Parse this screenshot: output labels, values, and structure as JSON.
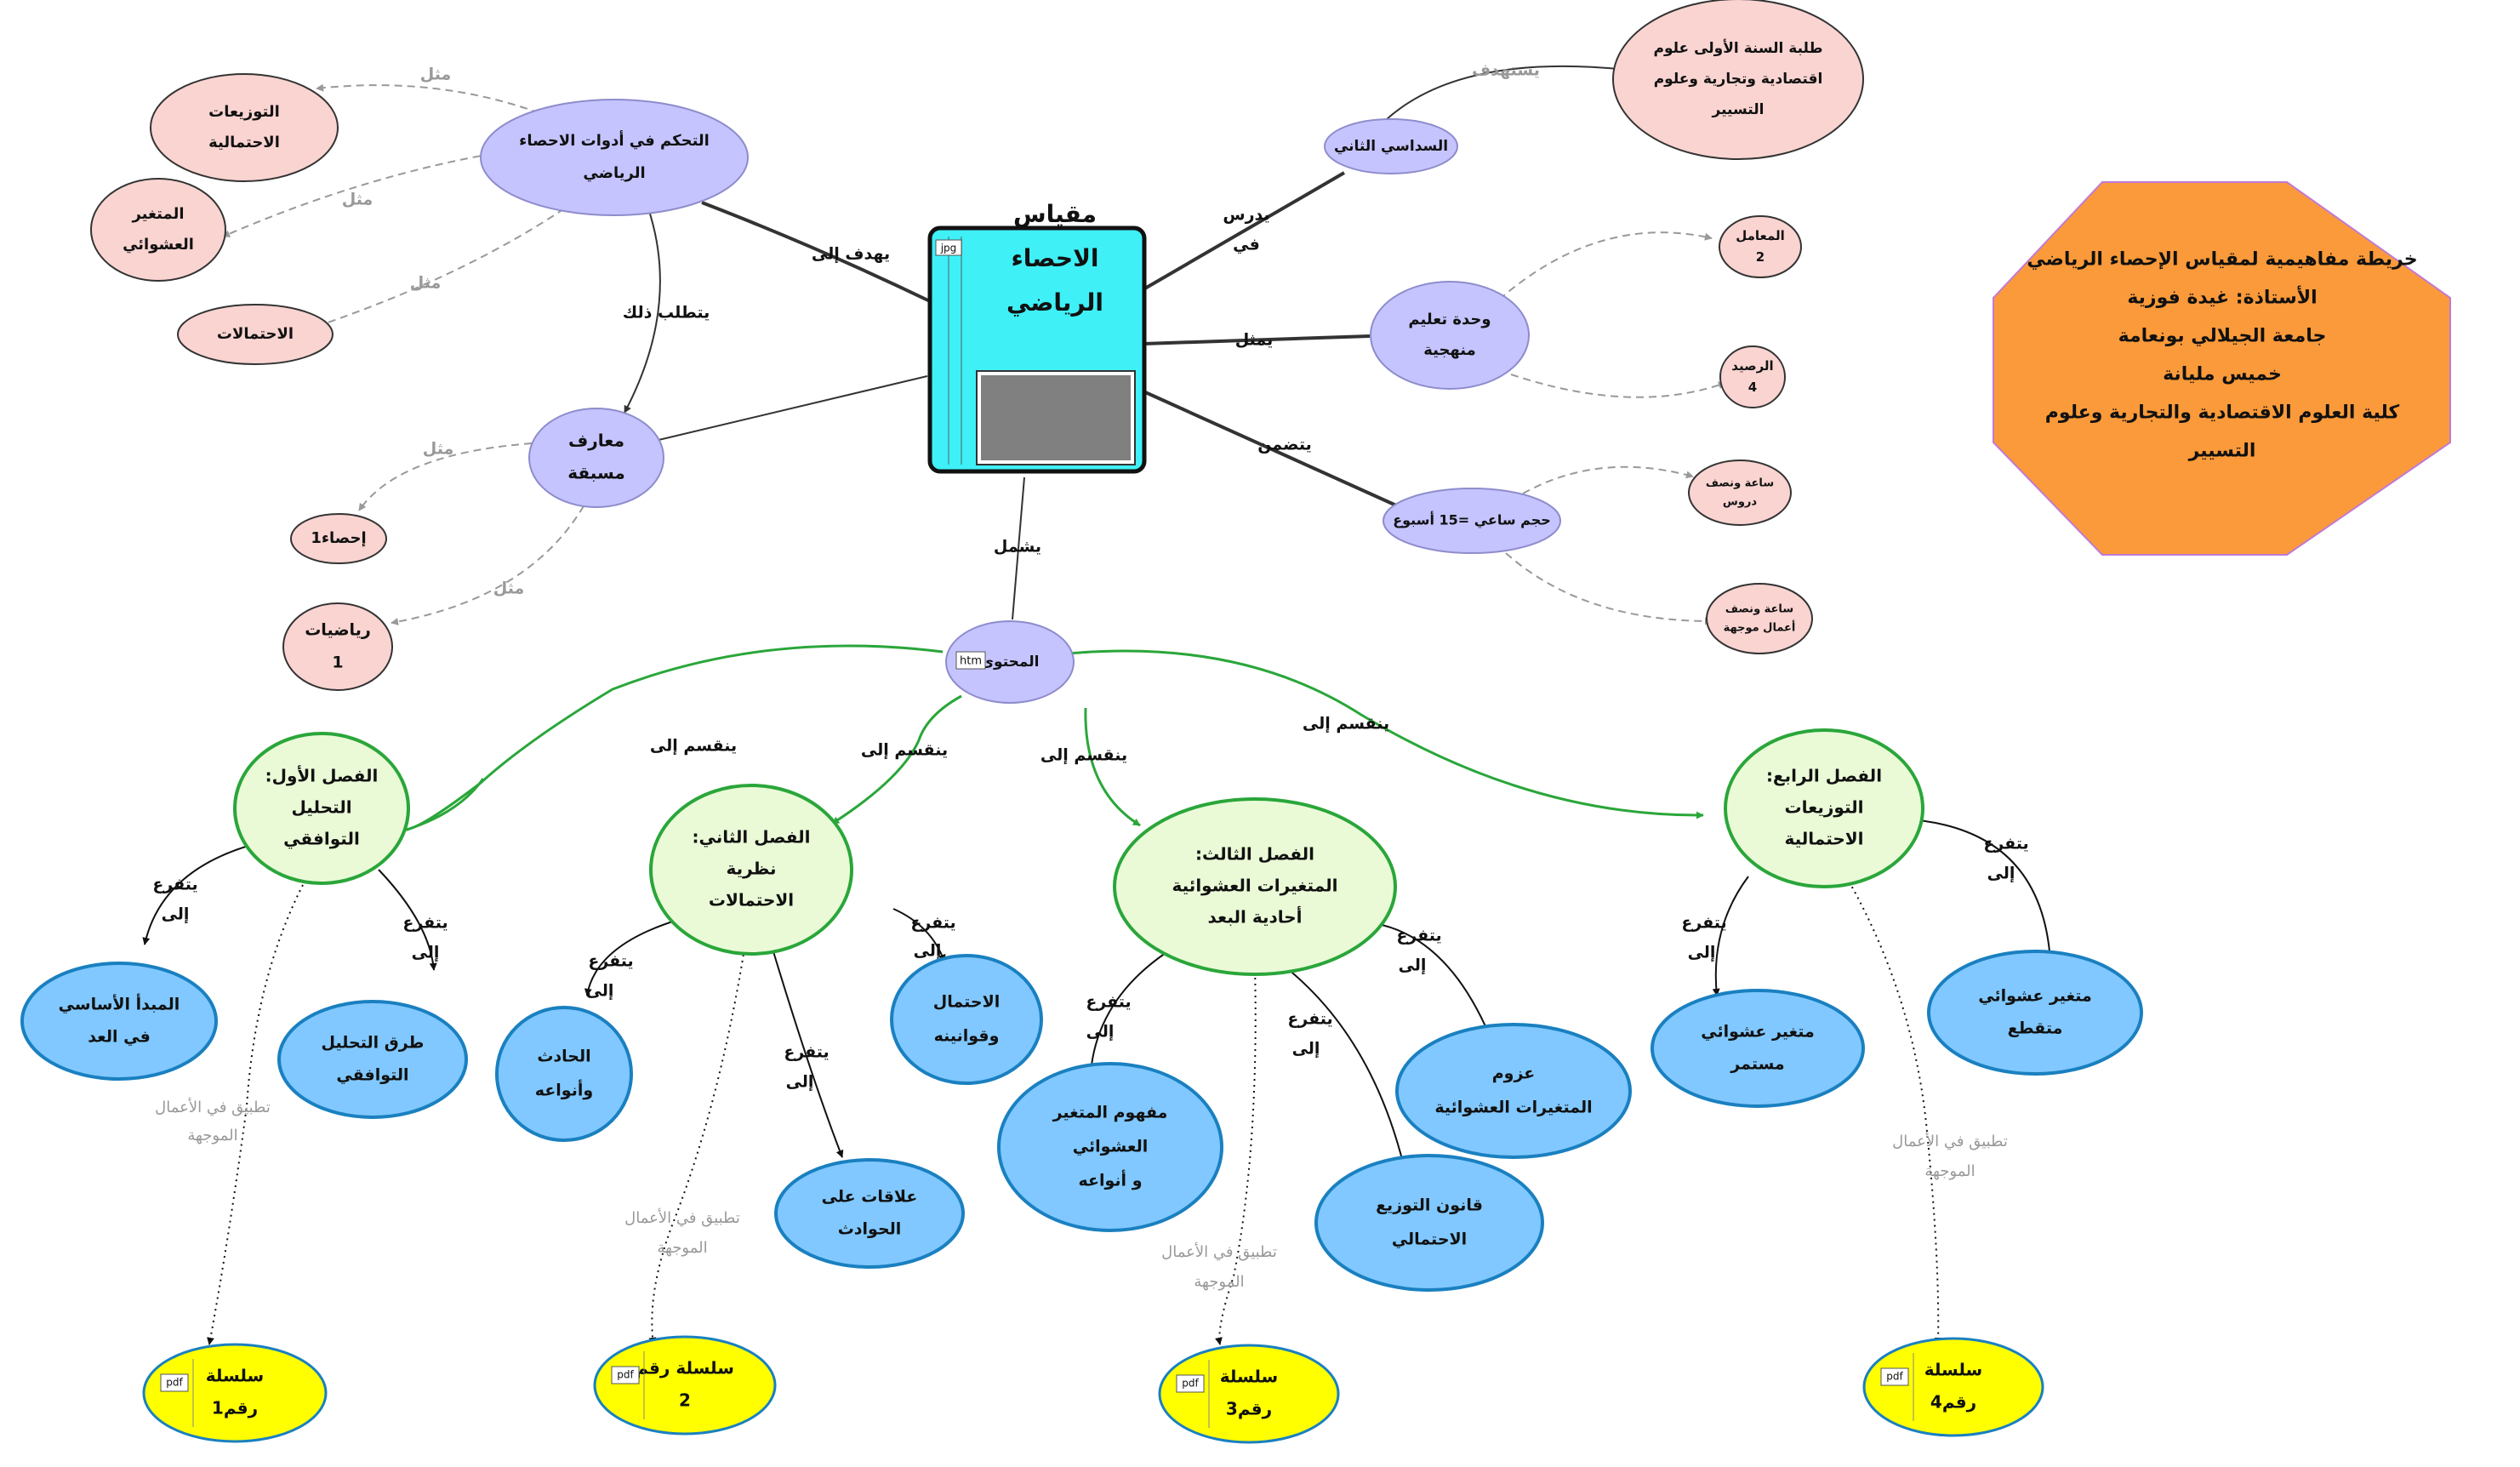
{
  "central": {
    "label_lines": [
      "مقياس",
      "الاحصاء",
      "الرياضي"
    ],
    "file_badge": "jpg"
  },
  "info_box": {
    "lines": [
      "خريطة مفاهيمية لمقياس الإحصاء الرياضي",
      "الأستاذة: غيدة فوزية",
      "جامعة الجيلالي بونعامة",
      "خميس مليانة",
      "كلية العلوم الاقتصادية والتجارية وعلوم",
      "التسيير"
    ]
  },
  "concepts": {
    "tahakkum": [
      "التحكم في أدوات الاحصاء",
      "الرياضي"
    ],
    "tawziaat": [
      "التوزيعات",
      "الاحتمالية"
    ],
    "mutaghayyir": [
      "المتغير",
      "العشوائي"
    ],
    "ihtimalat": [
      "الاحتمالات"
    ],
    "maaref": [
      "معارف",
      "مسبقة"
    ],
    "ihsaa1": [
      "إحصاء1"
    ],
    "riyadiyat": [
      "رياضيات",
      "1"
    ],
    "sudasi": [
      "السداسي الثاني"
    ],
    "talaba": [
      "طلبة السنة الأولى علوم",
      "اقتصادية وتجارية وعلوم",
      "التسيير"
    ],
    "wahda": [
      "وحدة تعليم",
      "منهجية"
    ],
    "muamil": [
      "المعامل",
      "2"
    ],
    "rasid": [
      "الرصيد",
      "4"
    ],
    "hajm": [
      "حجم ساعي =15 أسبوع"
    ],
    "saa_durus": [
      "ساعة ونصف",
      "دروس"
    ],
    "saa_aamal": [
      "ساعة ونصف",
      "أعمال موجهة"
    ],
    "muhtawa": [
      "المحتوى"
    ],
    "fasl1": [
      "الفصل الأول:",
      "التحليل",
      "التوافقي"
    ],
    "fasl2": [
      "الفصل الثاني:",
      "نظرية",
      "الاحتمالات"
    ],
    "fasl3": [
      "الفصل الثالث:",
      "المتغيرات  العشوائية",
      "أحادية البعد"
    ],
    "fasl4": [
      "الفصل الرابع:",
      "التوزيعات",
      "الاحتمالية"
    ],
    "mabda": [
      "المبدأ الأساسي",
      "في العد"
    ],
    "turuq": [
      "طرق التحليل",
      "التوافقي"
    ],
    "hadith": [
      "الحادث",
      "وأنواعه"
    ],
    "ihtimal_q": [
      "الاحتمال",
      "وقوانينه"
    ],
    "alaqat": [
      "علاقات على",
      "الحوادث"
    ],
    "mafhum": [
      "مفهوم المتغير",
      "العشوائي",
      "و أنواعه"
    ],
    "qanun": [
      "قانون التوزيع",
      "الاحتمالي"
    ],
    "uzum": [
      "عزوم",
      "المتغيرات العشوائية"
    ],
    "mustamir": [
      "متغير عشوائي",
      "مستمر"
    ],
    "mutaqati": [
      "متغير عشوائي",
      "متقطع"
    ],
    "silsila1": [
      "سلسلة",
      "رقم1"
    ],
    "silsila2": [
      "سلسلة رقم",
      "2"
    ],
    "silsila3": [
      "سلسلة",
      "رقم3"
    ],
    "silsila4": [
      "سلسلة",
      "رقم4"
    ]
  },
  "resource_badges": {
    "muhtawa": "htm",
    "silsila": "pdf"
  },
  "link_labels": {
    "yahdif": "يهدف إلى",
    "yatatallab": "يتطلب ذلك",
    "mithl": "مثل",
    "yadrus": [
      "يدرس",
      "في"
    ],
    "yastahdif": "يستهدف",
    "yumaththil": "يمثل",
    "yatadamman": "يتضمن",
    "yashmal": "يشمل",
    "yanqasim": "ينقسم إلى",
    "yatafarra": [
      "يتفرع",
      "إلى"
    ],
    "tatbiq": [
      "تطبيق في الأعمال",
      "الموجهة"
    ]
  },
  "colors": {
    "central_fill": "#3ff0f7",
    "info_fill": "#fb9a3a",
    "purple_fill": "#c5c4ff",
    "pink_fill": "#f9d4d1",
    "chapter_fill": "#eafad7",
    "chapter_stroke": "#2aa63a",
    "blue_fill": "#80c8ff",
    "blue_stroke": "#1a80c0",
    "yellow_fill": "#ffff00",
    "green_link": "#2aa63a"
  }
}
